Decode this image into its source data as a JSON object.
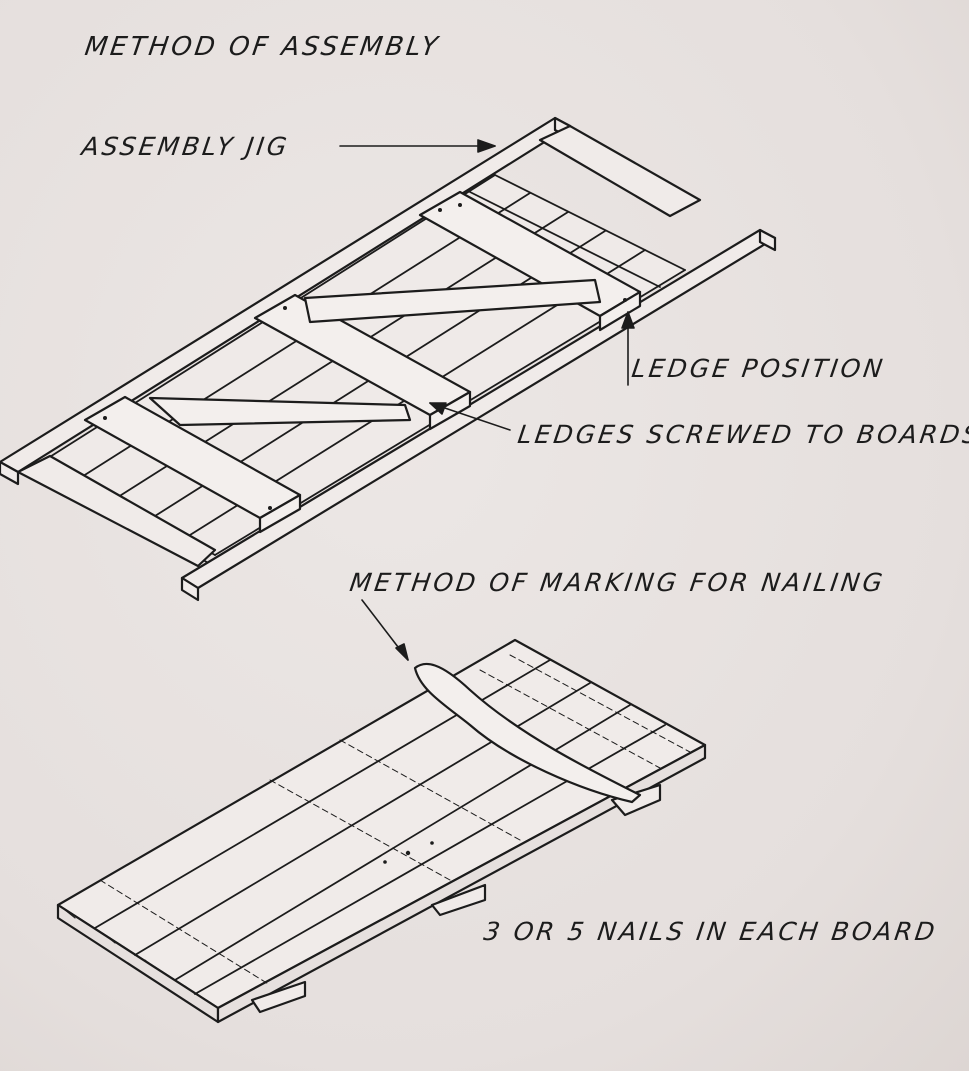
{
  "title": "METHOD OF ASSEMBLY",
  "labels": {
    "assembly_jig": "ASSEMBLY JIG",
    "ledge_position": "LEDGE POSITION",
    "ledges_screwed": "LEDGES SCREWED TO BOARDS",
    "method_marking": "METHOD OF MARKING FOR NAILING",
    "nails": "3 OR 5 NAILS IN EACH BOARD"
  },
  "colors": {
    "paper": "#e8e2e0",
    "ink": "#1c1c1c",
    "wood": "#f0ebe9"
  }
}
